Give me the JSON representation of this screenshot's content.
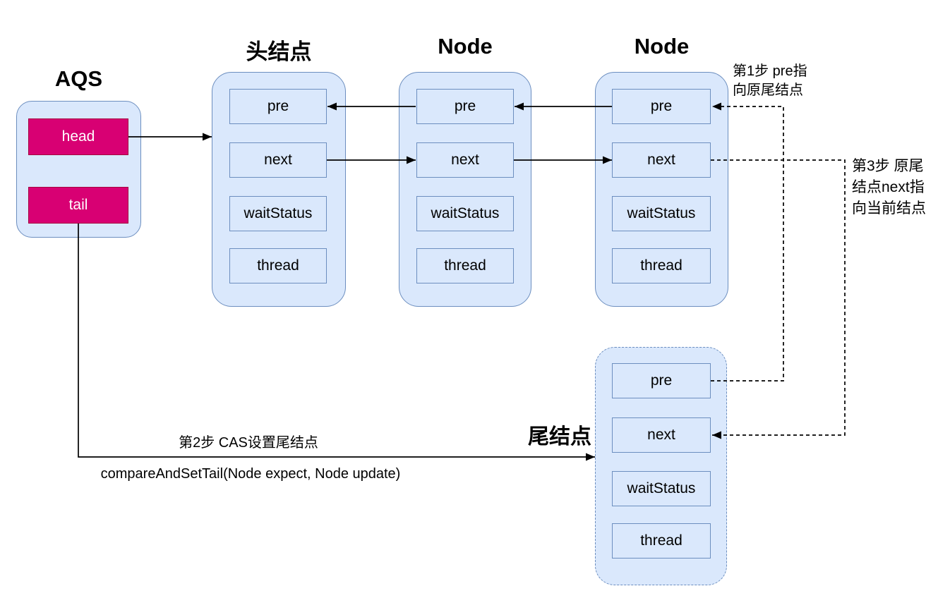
{
  "aqs": {
    "title": "AQS",
    "fields": [
      "head",
      "tail"
    ]
  },
  "head_node": {
    "title": "头结点",
    "fields": [
      "pre",
      "next",
      "waitStatus",
      "thread"
    ]
  },
  "node_2": {
    "title": "Node",
    "fields": [
      "pre",
      "next",
      "waitStatus",
      "thread"
    ]
  },
  "node_3": {
    "title": "Node",
    "fields": [
      "pre",
      "next",
      "waitStatus",
      "thread"
    ]
  },
  "tail_node": {
    "title": "尾结点",
    "fields": [
      "pre",
      "next",
      "waitStatus",
      "thread"
    ]
  },
  "annotations": {
    "step1_line1": "第1步 pre指",
    "step1_line2": "向原尾结点",
    "step2_label": "第2步 CAS设置尾结点",
    "step2_code": "compareAndSetTail(Node expect, Node update)",
    "step3_line1": "第3步 原尾",
    "step3_line2": "结点next指",
    "step3_line3": "向当前结点"
  },
  "colors": {
    "node_fill": "#dae8fc",
    "node_border": "#6c8ebf",
    "accent_fill": "#d80073",
    "accent_border": "#a50040",
    "arrow": "#000000"
  }
}
